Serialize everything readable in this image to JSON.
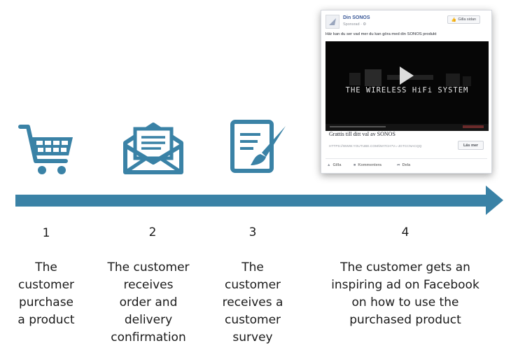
{
  "steps": [
    {
      "number": "1",
      "lines": [
        "The",
        "customer",
        "purchase",
        "a product"
      ],
      "icon": "shopping-cart-icon"
    },
    {
      "number": "2",
      "lines": [
        "The customer",
        "receives",
        "order and",
        "delivery",
        "confirmation"
      ],
      "icon": "open-envelope-icon"
    },
    {
      "number": "3",
      "lines": [
        "The",
        "customer",
        "receives a",
        "customer",
        "survey"
      ],
      "icon": "survey-pen-icon"
    },
    {
      "number": "4",
      "lines": [
        "The customer gets an",
        "inspiring ad on Facebook",
        "on how to use the",
        "purchased product"
      ],
      "icon": "facebook-ad-icon"
    }
  ],
  "colors": {
    "accent": "#3a82a6",
    "text": "#1a1a1a",
    "facebook_blue": "#3b5998"
  },
  "facebook_ad": {
    "page_name": "Din SONOS",
    "sponsored": "Sponsrad · ⚙",
    "like_page": "Gilla sidan",
    "post_text": "Här kan du ser vad mer du kan göra med din SONOS produkt",
    "video_title": "THE WIRELESS HiFi SYSTEM",
    "link_title": "Grattis till ditt val av SONOS",
    "link_url": "HTTPS://WWW.YOUTUBE.COM/WATCH?V=-JGTCCNACQQ",
    "cta": "Läs mer",
    "actions": [
      "Gilla",
      "Kommentera",
      "Dela"
    ]
  }
}
